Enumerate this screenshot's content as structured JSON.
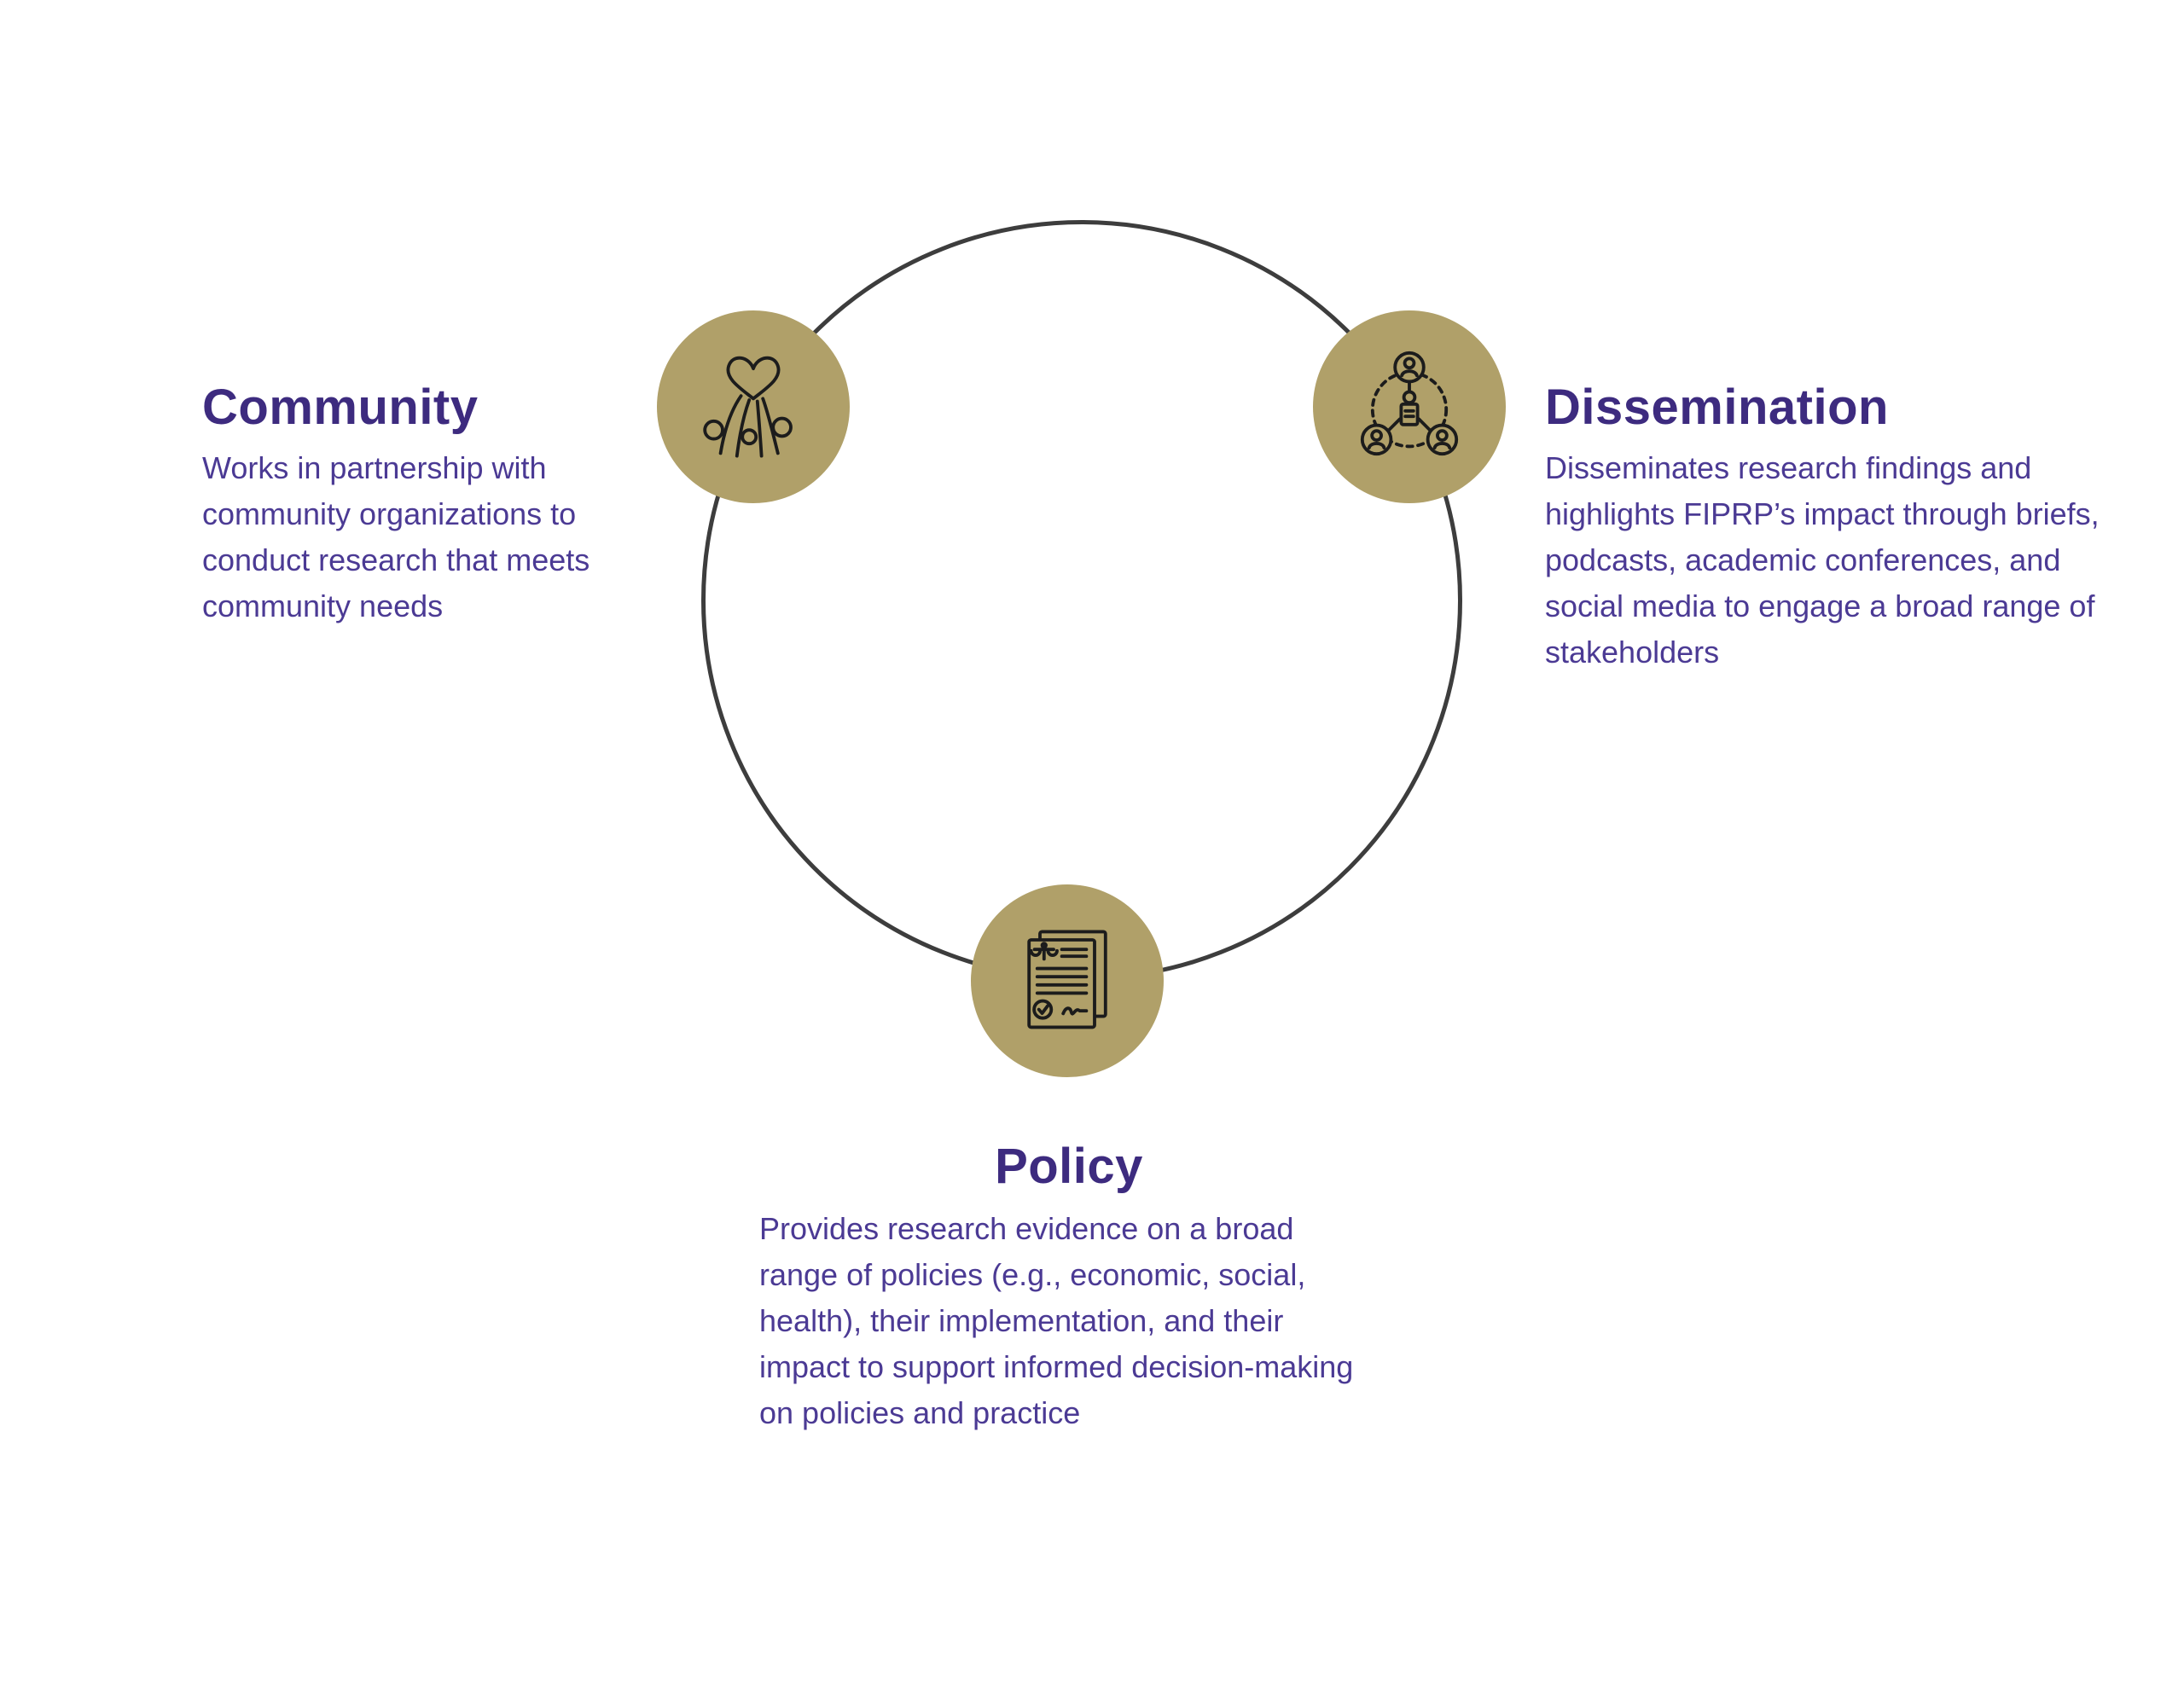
{
  "colors": {
    "background": "#ffffff",
    "heading_purple": "#3d2b7f",
    "body_purple": "#4b3a94",
    "node_tan": "#b0a069",
    "ring_stroke": "#3d3d3d",
    "icon_stroke": "#1c1c1c"
  },
  "sections": {
    "community": {
      "title": "Community",
      "description": "Works in partnership with community organizations to conduct research that meets community needs",
      "icon": "heart-hands-icon"
    },
    "dissemination": {
      "title": "Dissemination",
      "description": "Disseminates research findings and highlights FIPRP’s impact through briefs, podcasts, academic conferences, and social media to engage a broad range of stakeholders",
      "icon": "audience-network-icon"
    },
    "policy": {
      "title": "Policy",
      "description": "Provides research evidence on a broad range of policies (e.g., economic, social, health), their implementation, and their impact to support informed decision-making on policies and practice",
      "icon": "policy-document-icon"
    }
  }
}
